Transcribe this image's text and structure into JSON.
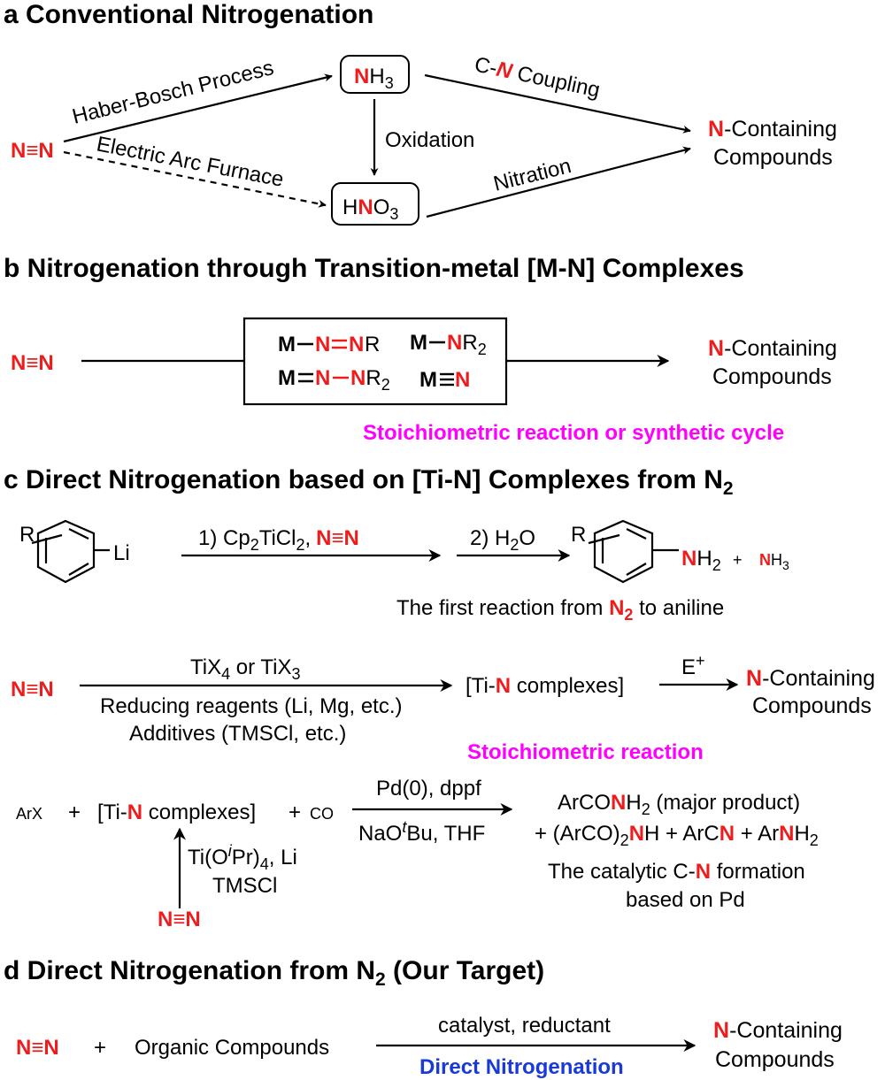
{
  "sections": {
    "a": {
      "heading": "a Conventional Nitrogenation",
      "n2": "N≡N",
      "nh3": {
        "n": "N",
        "rest": "H",
        "sub": "3"
      },
      "hno3": {
        "h": "H",
        "n": "N",
        "rest": "O",
        "sub": "3"
      },
      "haber": "Haber-Bosch Process",
      "arc": "Electric Arc Furnace",
      "oxidation": "Oxidation",
      "cn_coupling": {
        "pre": "C-",
        "n": "N",
        "post": " Coupling"
      },
      "nitration": "Nitration",
      "product": {
        "n": "N",
        "line1_rest": "-Containing",
        "line2": "Compounds"
      }
    },
    "b": {
      "heading": "b Nitrogenation through Transition-metal [M-N] Complexes",
      "n2": "N≡N",
      "complexes": {
        "c1": {
          "m": "M",
          "n1": "N",
          "n2": "N",
          "r": "R"
        },
        "c2": {
          "m": "M",
          "n": "N",
          "r": "R",
          "sub": "2"
        },
        "c3": {
          "m": "M",
          "n1": "N",
          "n2": "N",
          "r": "R",
          "sub": "2"
        },
        "c4": {
          "m": "M",
          "n": "N"
        }
      },
      "product": {
        "n": "N",
        "line1_rest": "-Containing",
        "line2": "Compounds"
      },
      "note": "Stoichiometric reaction or synthetic cycle"
    },
    "c": {
      "heading": "c Direct Nitrogenation based on [Ti-N] Complexes from N",
      "heading_sub": "2",
      "reactant": {
        "r": "R",
        "li": "Li"
      },
      "step1": {
        "pre": "1) Cp",
        "s1": "2",
        "mid": "TiCl",
        "s2": "2",
        "post": ",",
        "n2": "N≡N"
      },
      "step2": {
        "pre": "2) H",
        "sub": "2",
        "post": "O"
      },
      "aniline": {
        "r": "R",
        "n": "N",
        "h": "H",
        "sub": "2"
      },
      "plus": "+",
      "nh3": {
        "n": "N",
        "h": "H",
        "sub": "3"
      },
      "first_reaction": {
        "pre": "The first reaction from ",
        "n": "N",
        "sub": "2",
        "post": " to aniline"
      },
      "n2_second": "N≡N",
      "tix": {
        "a": "TiX",
        "a_sub": "4",
        "or": " or ",
        "b": "TiX",
        "b_sub": "3"
      },
      "reducing": "Reducing reagents (Li, Mg, etc.)",
      "additives": "Additives (TMSCl, etc.)",
      "ti_complex": {
        "pre": "[Ti-",
        "n": "N",
        "post": " complexes]"
      },
      "electrophile": {
        "e": "E",
        "sup": "+"
      },
      "product": {
        "n": "N",
        "line1_rest": "-Containing",
        "line2": "Compounds"
      },
      "stoich_note": "Stoichiometric reaction",
      "arx": "ArX",
      "plus_sign": "+",
      "ti_complex2": {
        "pre": "[Ti-",
        "n": "N",
        "post": " complexes]"
      },
      "plus_co": "+",
      "co": "CO",
      "pd_top": "Pd(0), dppf",
      "pd_bottom": {
        "pre": "NaO",
        "sup": "t",
        "post": "Bu, THF"
      },
      "ti_oipr": {
        "pre": "Ti(O",
        "sup": "i",
        "mid": "Pr)",
        "sub": "4",
        "post": ", Li"
      },
      "tmscl": "TMSCl",
      "n2_third": "N≡N",
      "prod1": {
        "pre": "ArCO",
        "n": "N",
        "h": "H",
        "sub": "2",
        "post": " (major product)"
      },
      "prod2": {
        "a": "+ (ArCO)",
        "a_sub": "2",
        "n1": "N",
        "b": "H + ArC",
        "n2": "N",
        "c": " + Ar",
        "n3": "N",
        "d": "H",
        "d_sub": "2"
      },
      "catalytic1": {
        "pre": "The catalytic C-",
        "n": "N",
        "post": " formation"
      },
      "catalytic2": "based on Pd"
    },
    "d": {
      "heading": "d Direct Nitrogenation from N",
      "heading_sub": "2",
      "heading_post": " (Our Target)",
      "n2": "N≡N",
      "plus": "+",
      "organic": "Organic Compounds",
      "conditions": "catalyst, reductant",
      "direct": "Direct Nitrogenation",
      "product": {
        "n": "N",
        "line1_rest": "-Containing",
        "line2": "Compounds"
      }
    }
  },
  "colors": {
    "nitrogen_red": "#ee1c1c",
    "note_magenta": "#ff00ff",
    "target_blue": "#1a3ad8"
  }
}
